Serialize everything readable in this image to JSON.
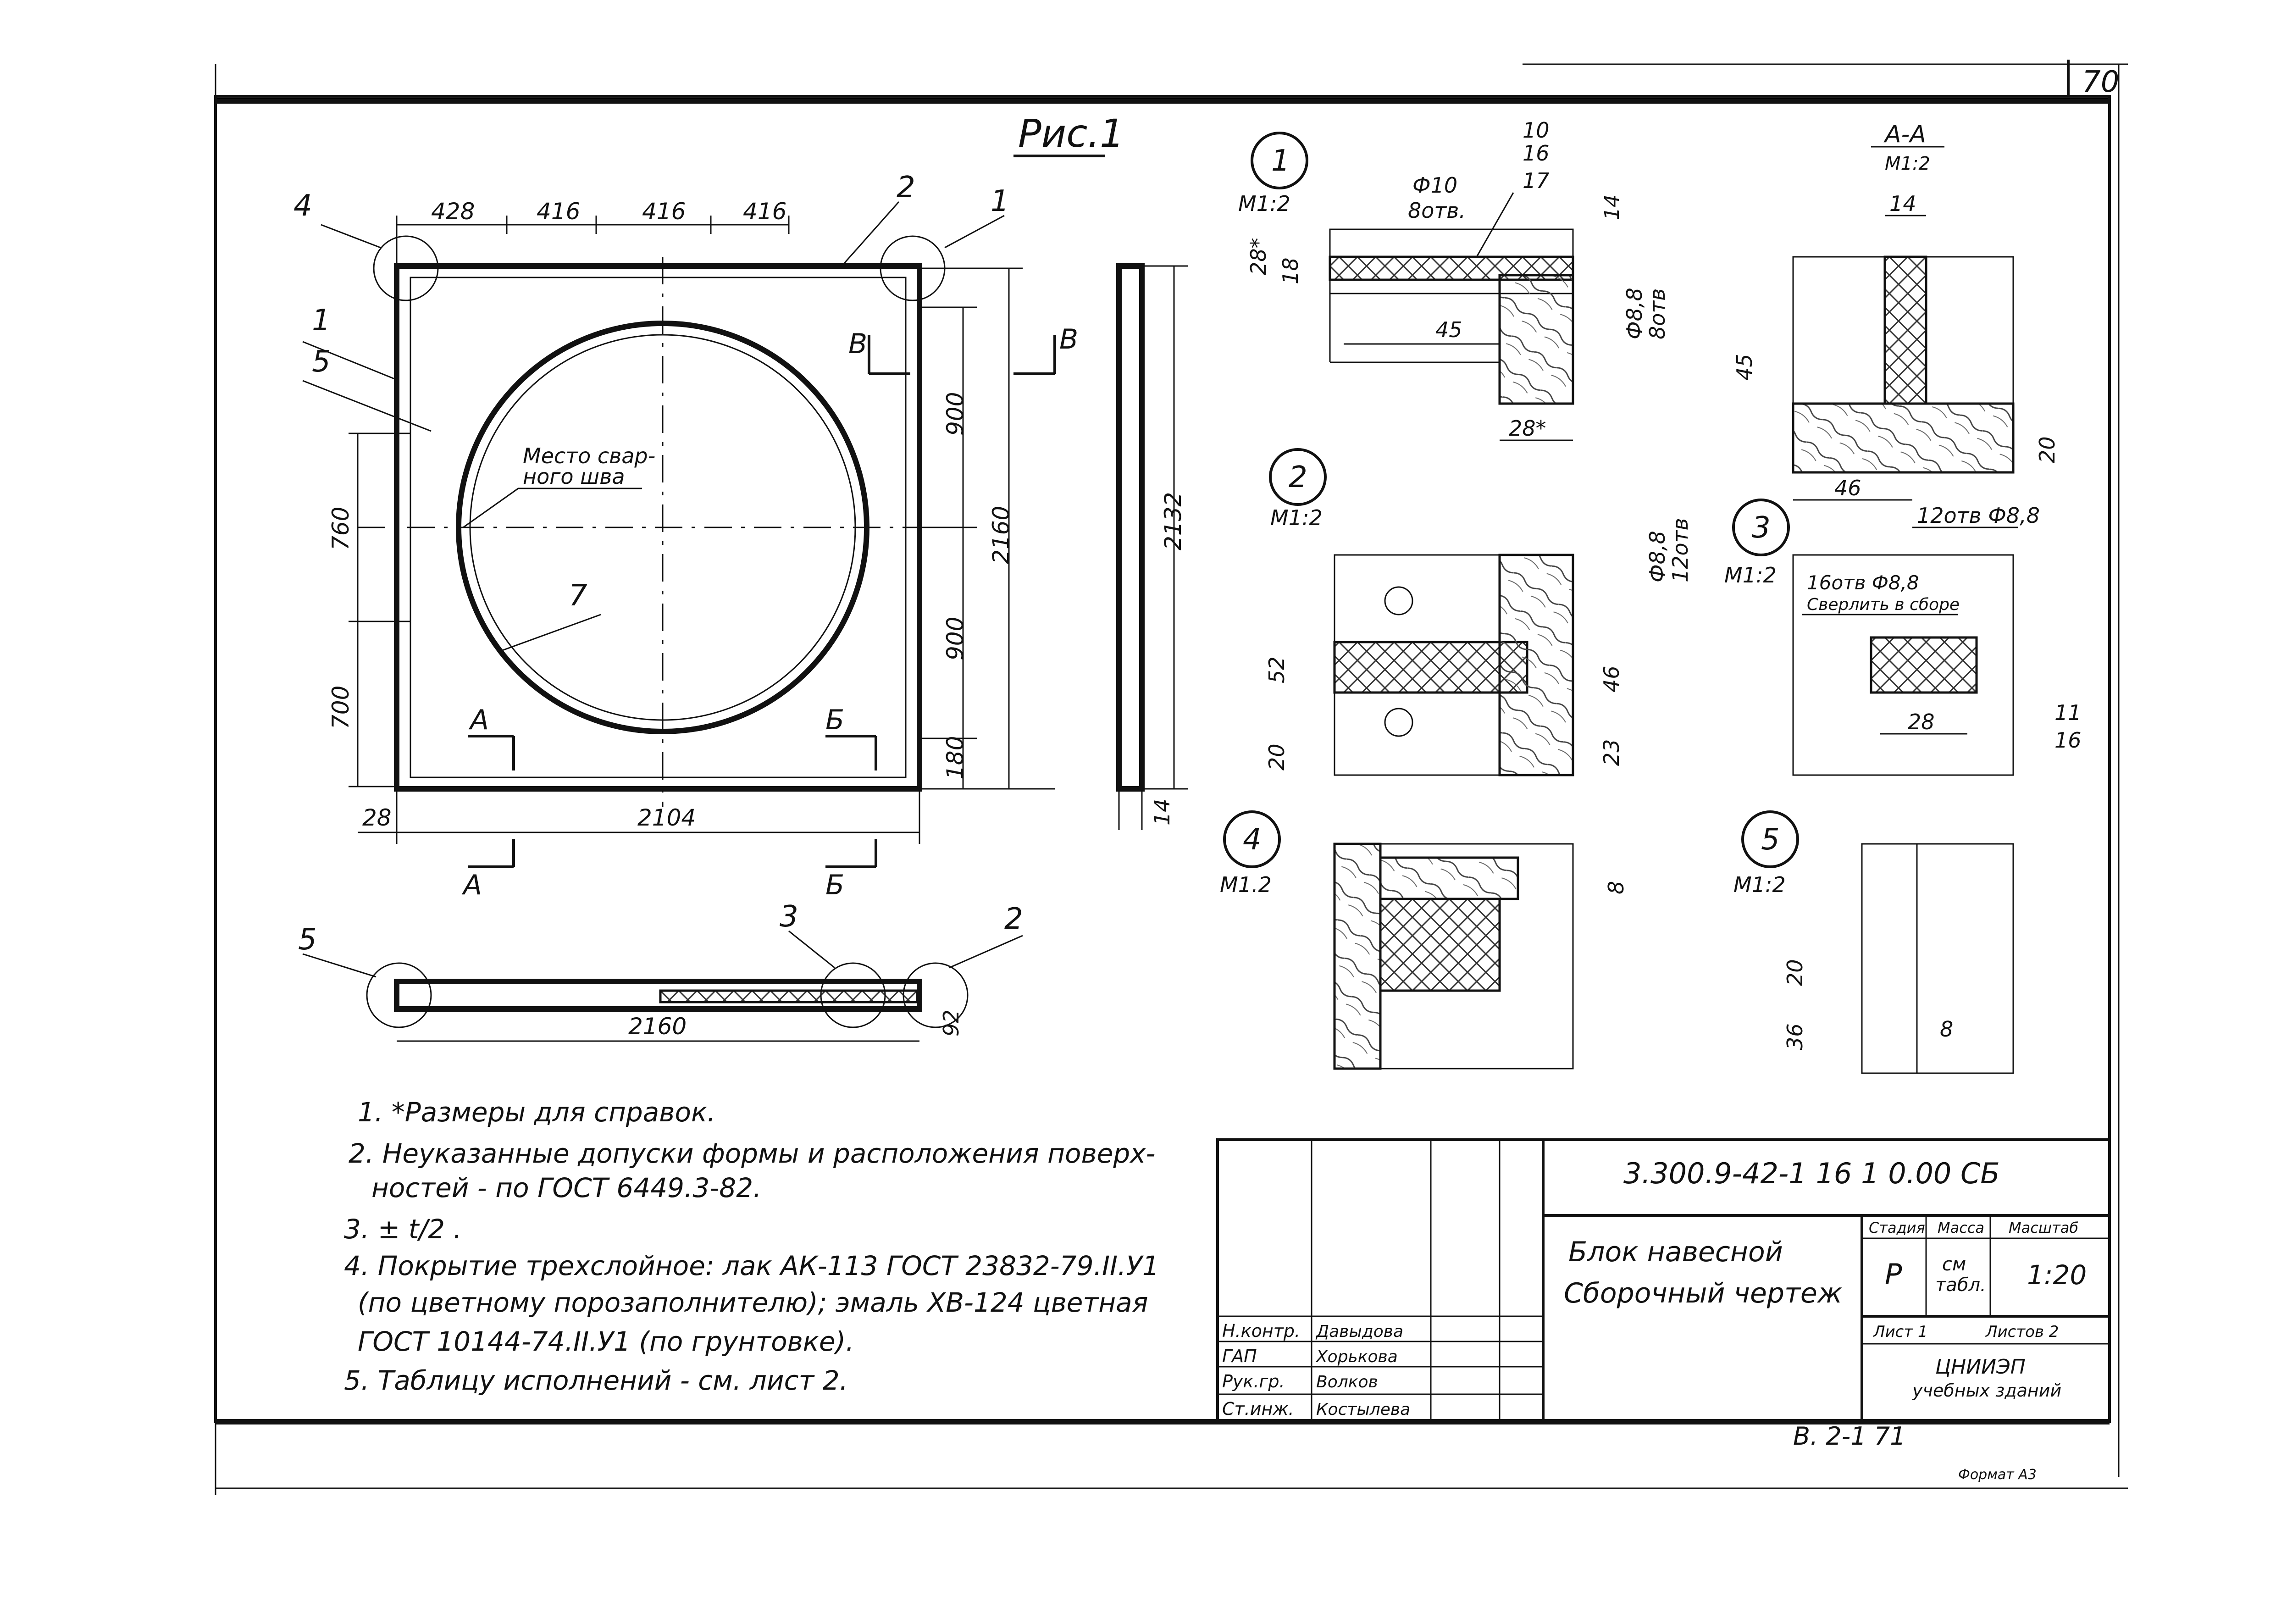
{
  "sheet": {
    "page_number": "70",
    "format": "Формат А3",
    "bottom_ref": "В. 2-1   71"
  },
  "figure": {
    "title": "Рис.1",
    "top_dims": [
      "428",
      "416",
      "416",
      "416"
    ],
    "weld_label_1": "Место свар-",
    "weld_label_2": "ного шва",
    "left_dims": [
      "760",
      "700"
    ],
    "right_dims": [
      "900",
      "900",
      "180"
    ],
    "overall_height": "2160",
    "overall_width": "2104",
    "left_offset": "28",
    "side_height": "2132",
    "side_thk": "14",
    "bottom_length": "2160",
    "bottom_height": "92",
    "section_marks": [
      "А",
      "Б",
      "В"
    ],
    "callouts": [
      "1",
      "2",
      "3",
      "4",
      "5",
      "7"
    ]
  },
  "detail1": {
    "num": "1",
    "scale": "М1:2",
    "dims": [
      "Ф10",
      "8отв.",
      "14",
      "18",
      "28*",
      "45",
      "28*",
      "Ф8,8",
      "8отв"
    ],
    "parts": [
      "10",
      "16",
      "17"
    ]
  },
  "sectionAA": {
    "title": "А-А",
    "scale": "М1:2",
    "dims": [
      "14",
      "45",
      "20",
      "46",
      "12отв Ф8,8"
    ]
  },
  "detail2": {
    "num": "2",
    "scale": "М1:2",
    "dims": [
      "52",
      "20",
      "46",
      "23",
      "Ф8,8",
      "12отв"
    ]
  },
  "detail3": {
    "num": "3",
    "scale": "М1:2",
    "notes": [
      "16отв Ф8,8",
      "Сверлить в сборе"
    ],
    "dims": [
      "28"
    ],
    "parts": [
      "11",
      "16"
    ]
  },
  "detail4": {
    "num": "4",
    "scale": "М1.2",
    "dims": [
      "8"
    ]
  },
  "detail5": {
    "num": "5",
    "scale": "М1:2",
    "dims": [
      "20",
      "36",
      "8"
    ]
  },
  "notes": [
    "1. *Размеры для справок.",
    "2. Неуказанные допуски формы и расположения поверх-",
    "ностей - по ГОСТ 6449.3-82.",
    "3. ± t/2 .",
    "4. Покрытие трехслойное: лак АК-113 ГОСТ 23832-79.II.У1",
    "(по цветному порозаполнителю); эмаль ХВ-124 цветная",
    "ГОСТ 10144-74.II.У1 (по грунтовке).",
    "5. Таблицу исполнений - см. лист 2."
  ],
  "title_block": {
    "doc_code": "3.300.9-42-1 16 1 0.00 СБ",
    "name_1": "Блок навесной",
    "name_2": "Сборочный чертеж",
    "stage_hdr": "Стадия",
    "mass_hdr": "Масса",
    "scale_hdr": "Масштаб",
    "stage": "Р",
    "mass_1": "см",
    "mass_2": "табл.",
    "scale": "1:20",
    "sheet": "Лист 1",
    "sheets": "Листов 2",
    "org_1": "ЦНИИЭП",
    "org_2": "учебных зданий",
    "roles": [
      "Н.контр.",
      "ГАП",
      "Рук.гр.",
      "Ст.инж."
    ],
    "names": [
      "Давыдова",
      "Хорькова",
      "Волков",
      "Костылева"
    ]
  }
}
